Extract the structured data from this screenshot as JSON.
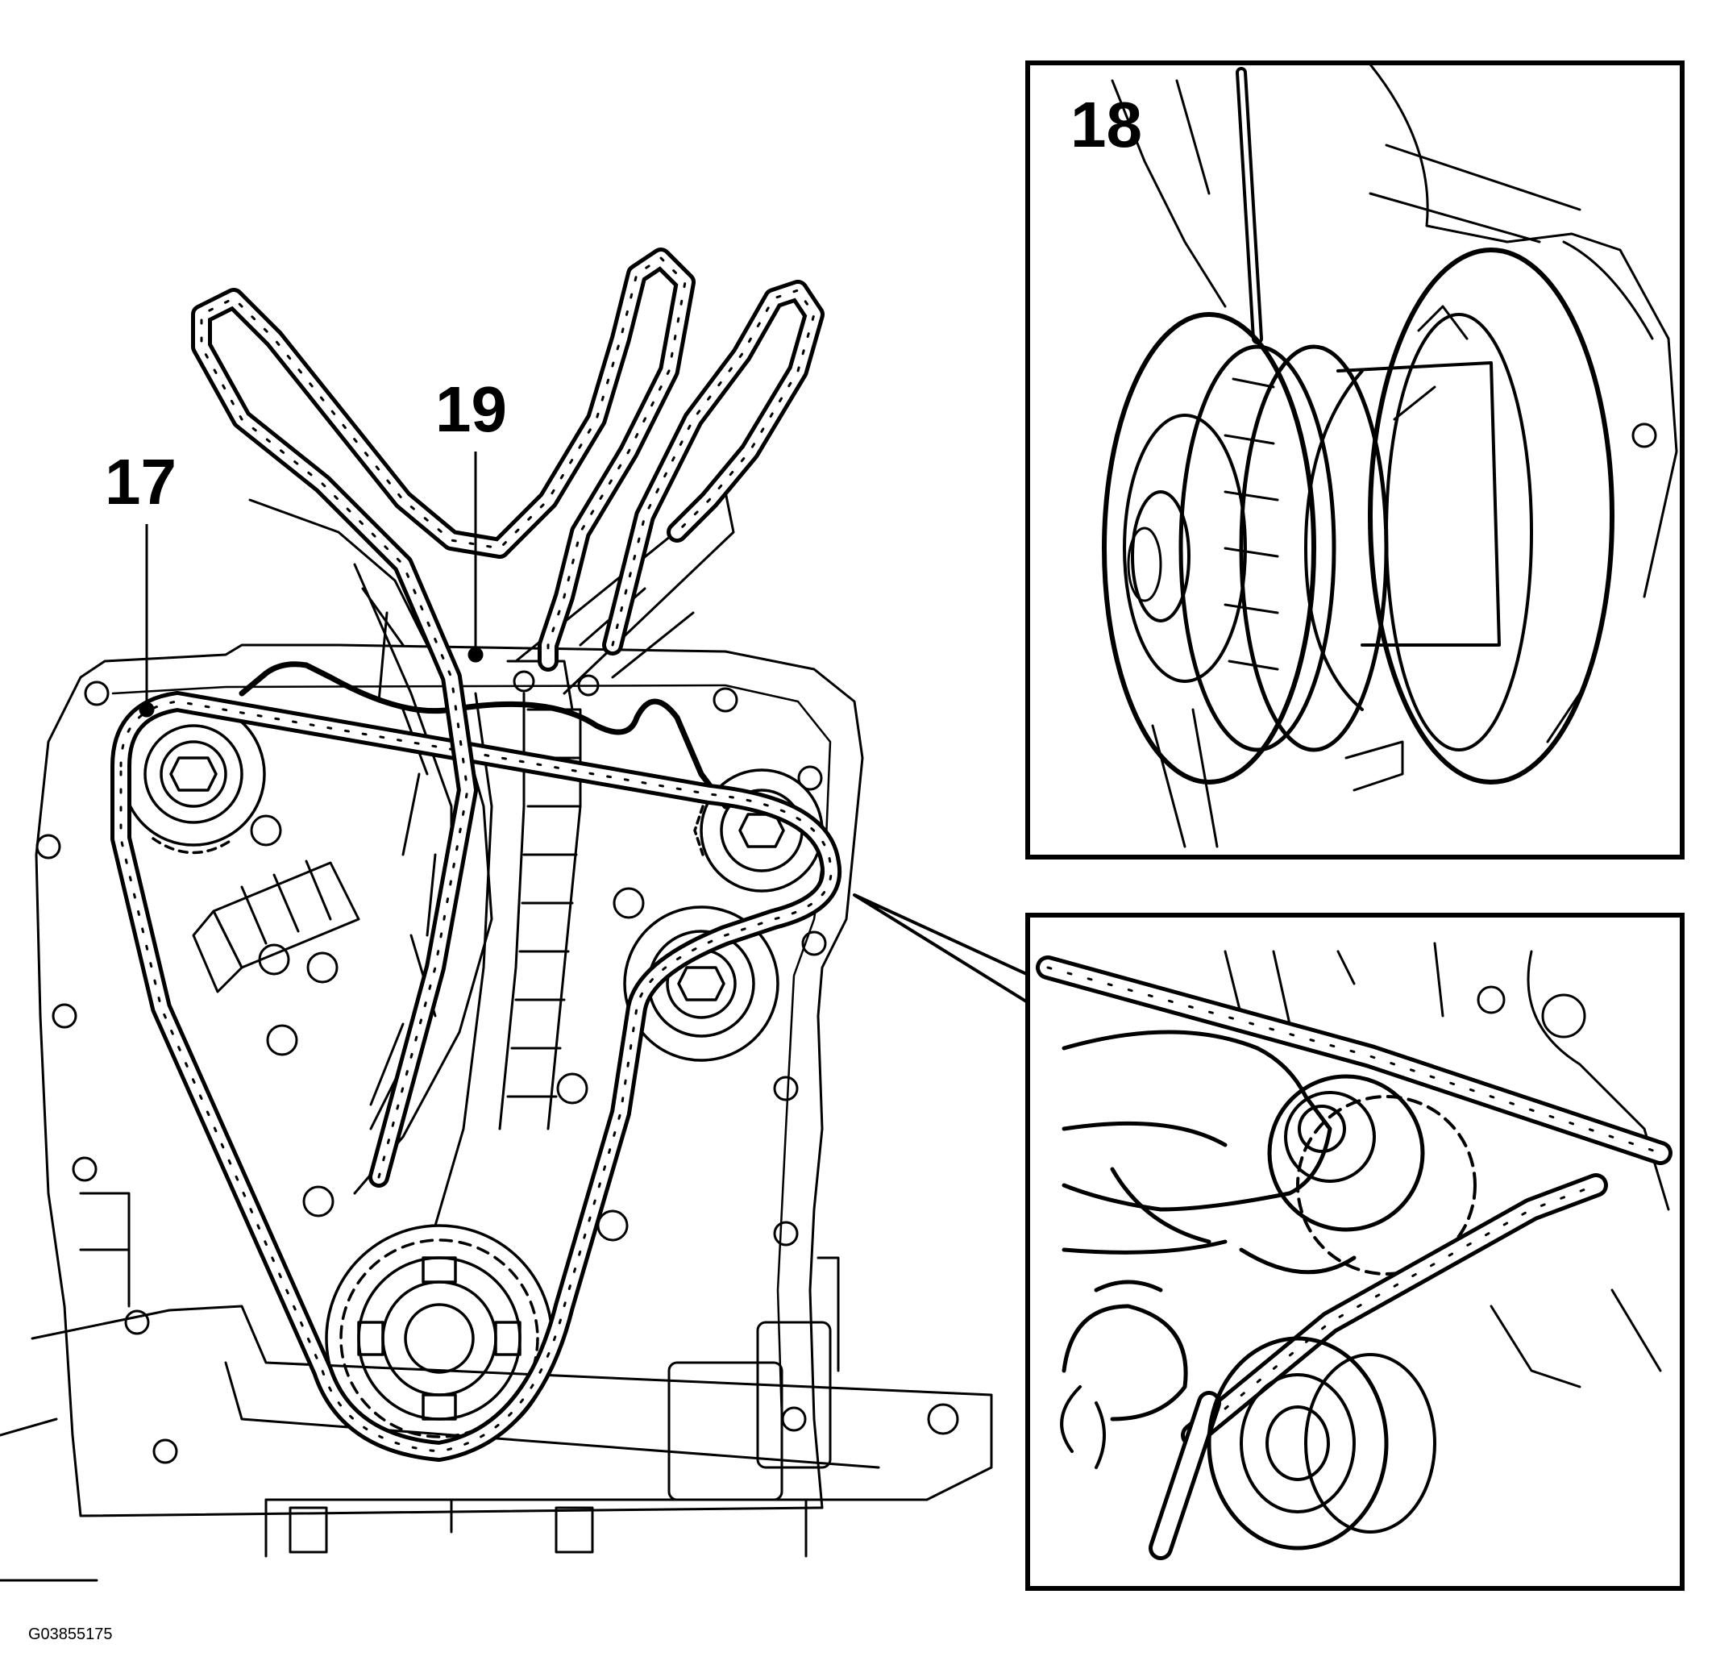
{
  "callouts": {
    "label_17": "17",
    "label_18": "18",
    "label_19": "19"
  },
  "figure_id": "G03855175",
  "colors": {
    "ink": "#000000",
    "paper": "#ffffff"
  }
}
